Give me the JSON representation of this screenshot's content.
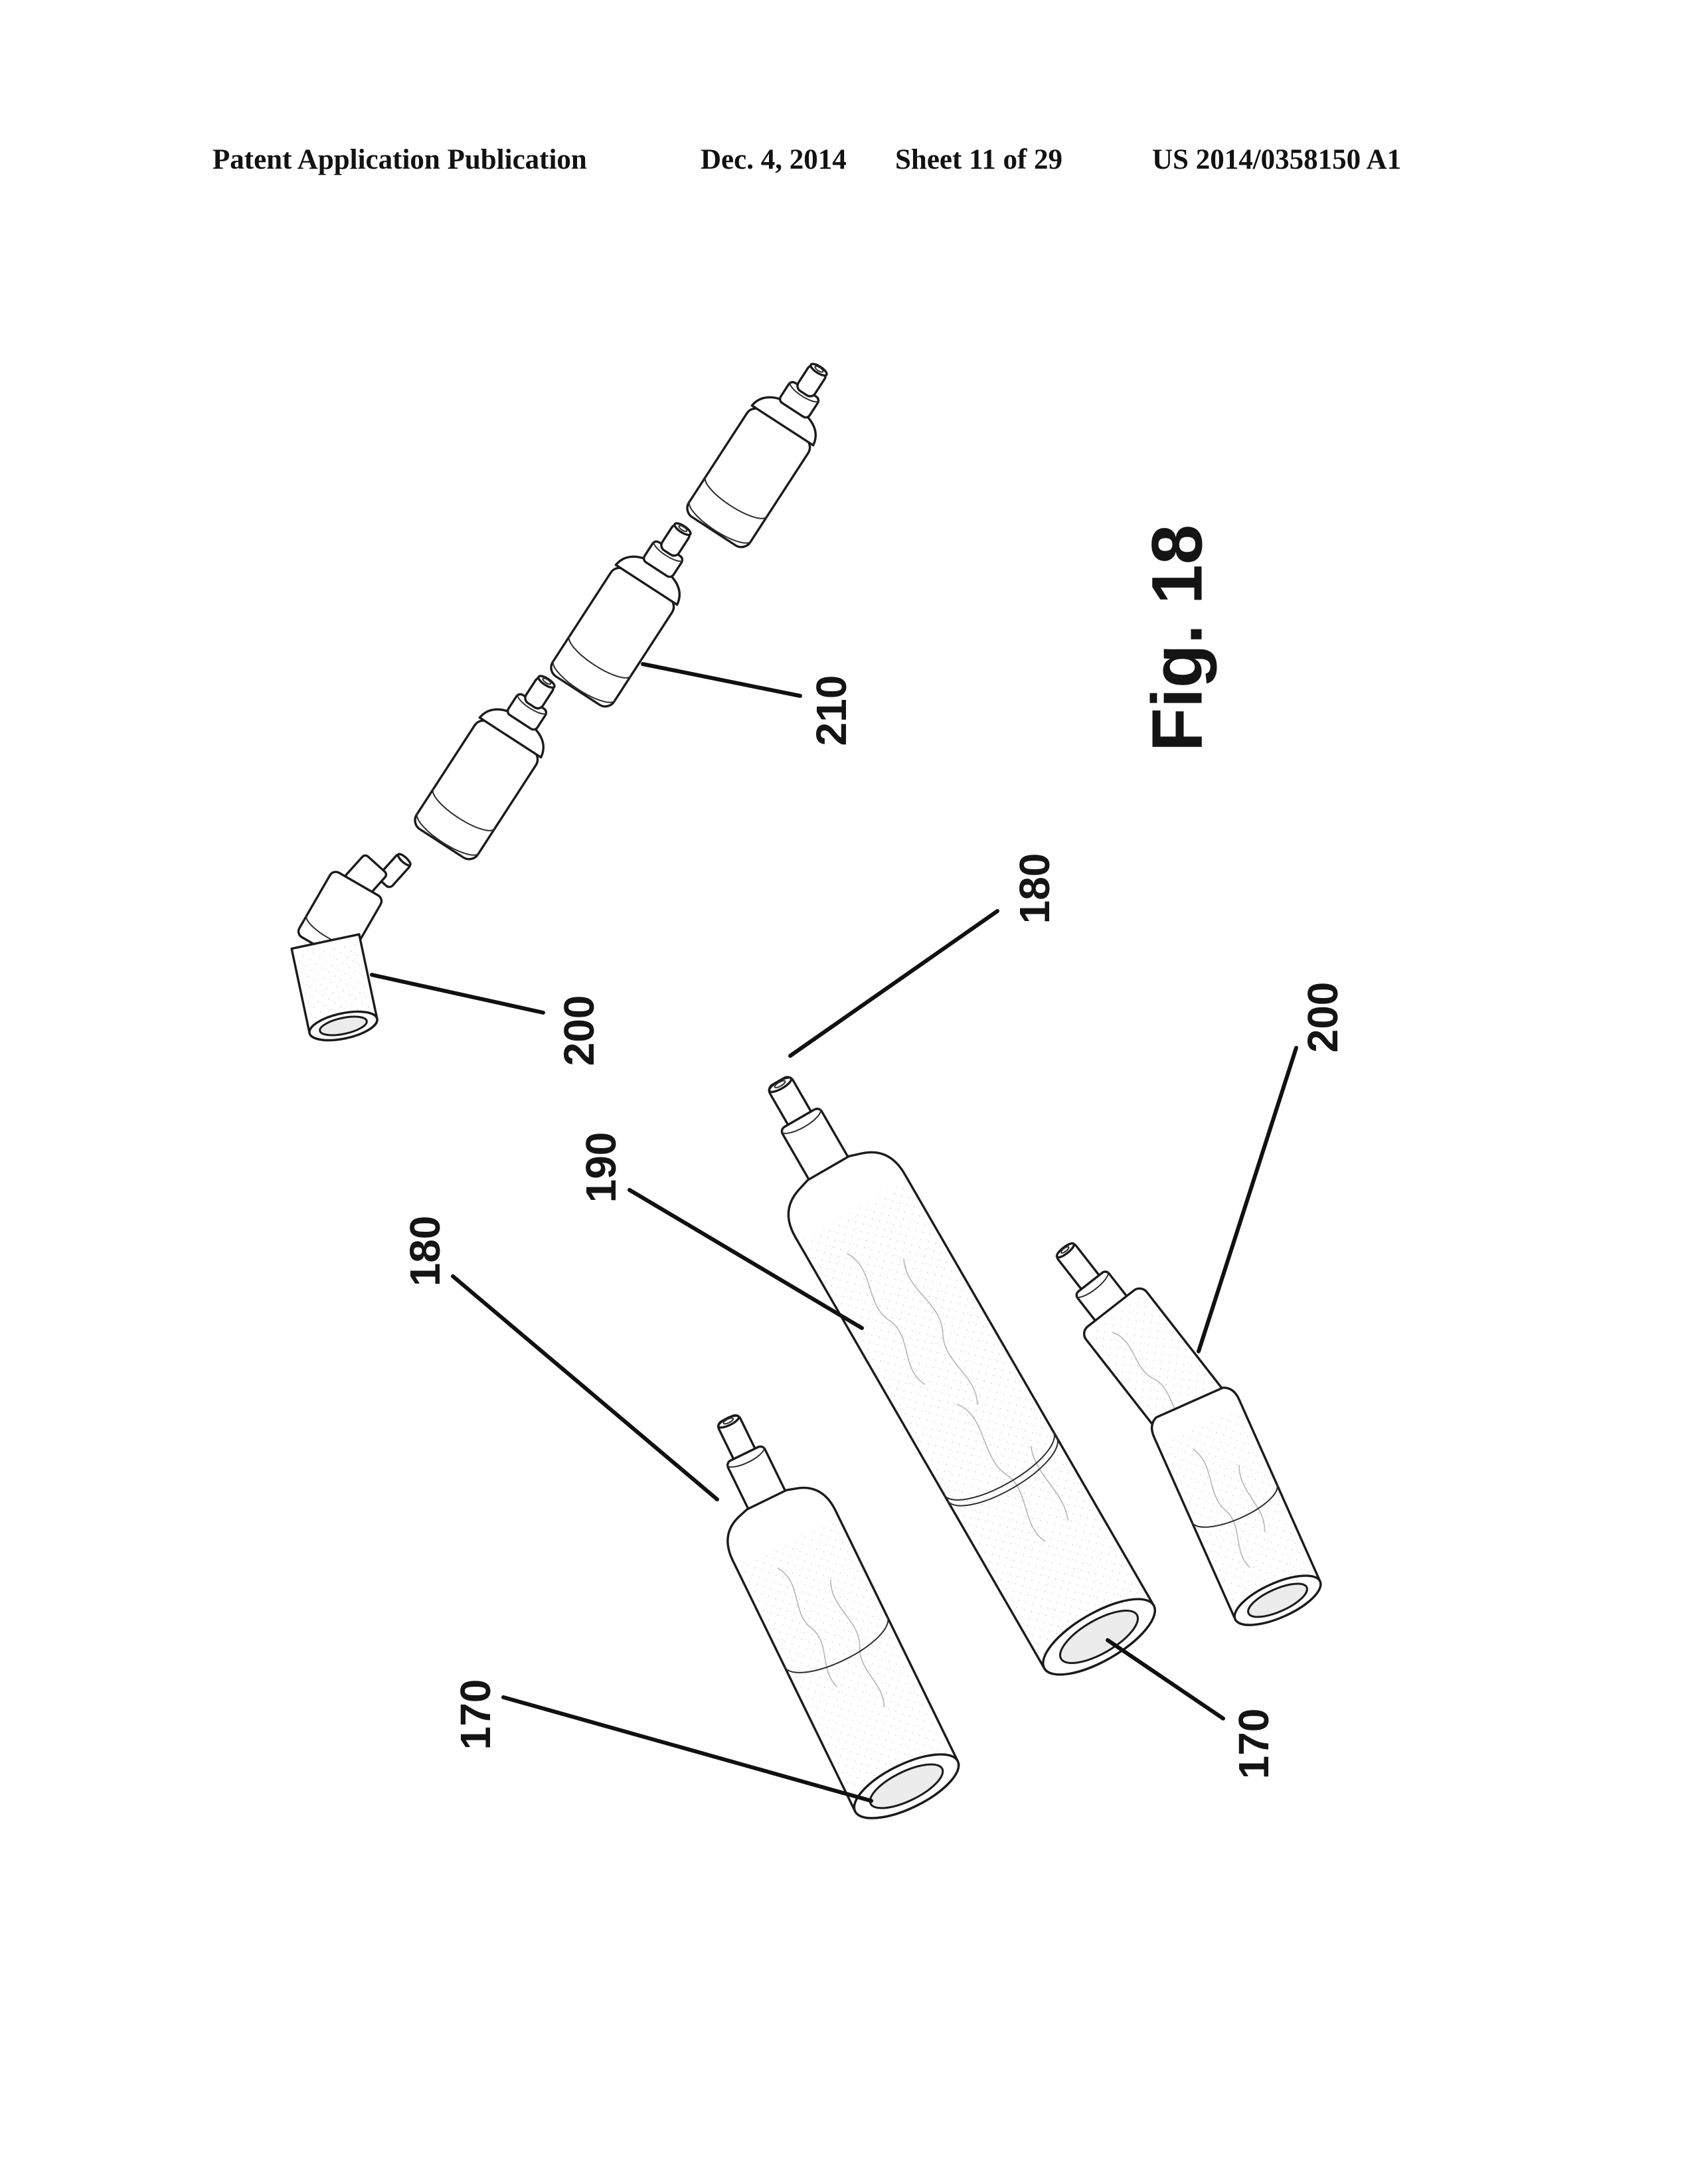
{
  "header": {
    "title": "Patent Application Publication",
    "date": "Dec. 4, 2014",
    "sheet": "Sheet 11 of 29",
    "publication_number": "US 2014/0358150 A1"
  },
  "figure": {
    "label": "Fig. 18",
    "refs": [
      {
        "id": "ref-210",
        "text": "210"
      },
      {
        "id": "ref-200-left",
        "text": "200"
      },
      {
        "id": "ref-180-upper",
        "text": "180"
      },
      {
        "id": "ref-190",
        "text": "190"
      },
      {
        "id": "ref-180-left",
        "text": "180"
      },
      {
        "id": "ref-200-right",
        "text": "200"
      },
      {
        "id": "ref-170-center",
        "text": "170"
      },
      {
        "id": "ref-170-left",
        "text": "170"
      }
    ]
  },
  "colors": {
    "ink": "#1b1b1b",
    "paper": "#ffffff"
  }
}
